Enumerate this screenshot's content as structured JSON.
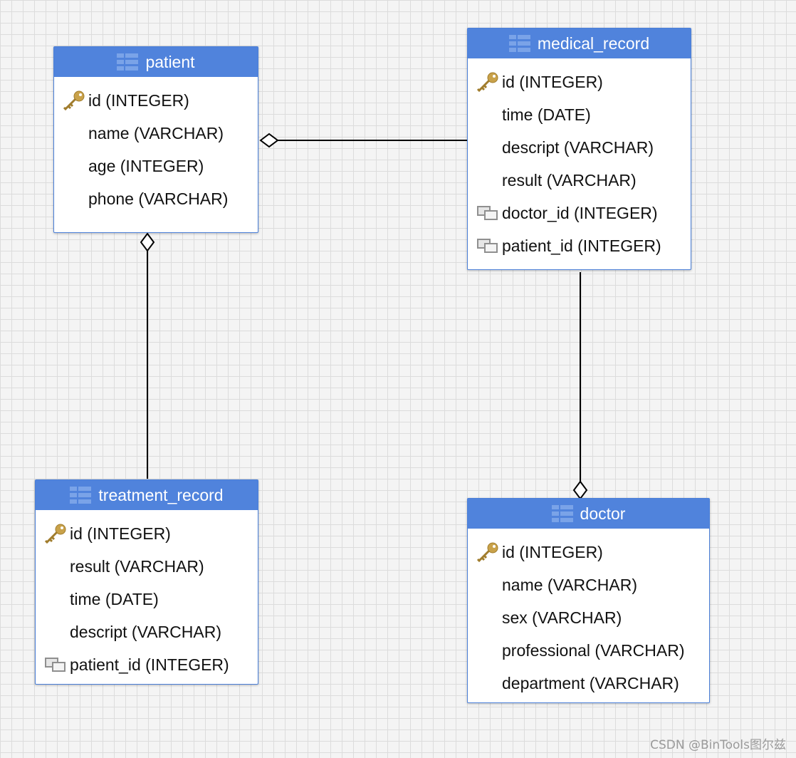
{
  "entities": {
    "patient": {
      "name": "patient",
      "fields": [
        {
          "label": "id (INTEGER)",
          "icon": "key-icon"
        },
        {
          "label": "name (VARCHAR)",
          "icon": ""
        },
        {
          "label": "age (INTEGER)",
          "icon": ""
        },
        {
          "label": "phone (VARCHAR)",
          "icon": ""
        }
      ]
    },
    "medical_record": {
      "name": "medical_record",
      "fields": [
        {
          "label": "id (INTEGER)",
          "icon": "key-icon"
        },
        {
          "label": "time (DATE)",
          "icon": ""
        },
        {
          "label": "descript (VARCHAR)",
          "icon": ""
        },
        {
          "label": "result (VARCHAR)",
          "icon": ""
        },
        {
          "label": "doctor_id (INTEGER)",
          "icon": "foreign-key-icon"
        },
        {
          "label": "patient_id (INTEGER)",
          "icon": "foreign-key-icon"
        }
      ]
    },
    "treatment_record": {
      "name": "treatment_record",
      "fields": [
        {
          "label": "id (INTEGER)",
          "icon": "key-icon"
        },
        {
          "label": "result (VARCHAR)",
          "icon": ""
        },
        {
          "label": "time (DATE)",
          "icon": ""
        },
        {
          "label": "descript (VARCHAR)",
          "icon": ""
        },
        {
          "label": "patient_id (INTEGER)",
          "icon": "foreign-key-icon"
        }
      ]
    },
    "doctor": {
      "name": "doctor",
      "fields": [
        {
          "label": "id (INTEGER)",
          "icon": "key-icon"
        },
        {
          "label": "name (VARCHAR)",
          "icon": ""
        },
        {
          "label": "sex (VARCHAR)",
          "icon": ""
        },
        {
          "label": "professional (VARCHAR)",
          "icon": ""
        },
        {
          "label": "department (VARCHAR)",
          "icon": ""
        }
      ]
    }
  },
  "relationships": [
    {
      "from": "medical_record",
      "to": "patient",
      "end": "aggregation-diamond"
    },
    {
      "from": "treatment_record",
      "to": "patient",
      "end": "aggregation-diamond"
    },
    {
      "from": "medical_record",
      "to": "doctor",
      "end": "aggregation-diamond"
    }
  ],
  "colors": {
    "header": "#5083dc",
    "border": "#4a7fd8",
    "key": "#c9a24a",
    "foreign_key": "#9a9a9a",
    "line": "#000000"
  },
  "watermark": "CSDN @BinTools图尔兹"
}
